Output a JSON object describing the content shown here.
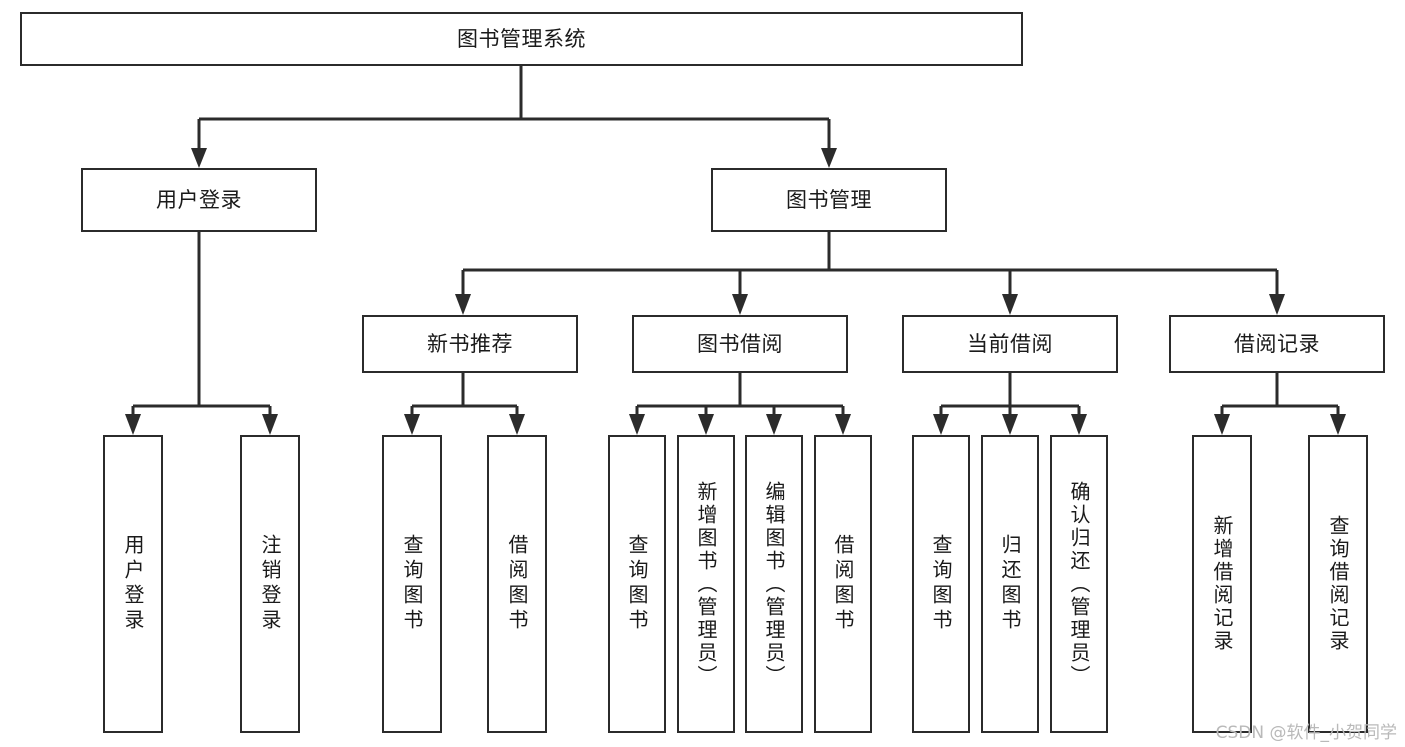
{
  "diagram": {
    "type": "tree",
    "title": "图书管理系统",
    "orientation": "top-down",
    "levels": 4,
    "edge_style": "orthogonal-with-arrowheads",
    "colors": {
      "stroke": "#2b2b2b",
      "box_fill": "#ffffff",
      "background": "#ffffff",
      "watermark": "#b9b9b9"
    }
  },
  "nodes": {
    "root": {
      "label": "图书管理系统"
    },
    "level2": [
      {
        "id": "user-login",
        "label": "用户登录"
      },
      {
        "id": "book-manage",
        "label": "图书管理"
      }
    ],
    "level3": [
      {
        "id": "new-book-rec",
        "label": "新书推荐"
      },
      {
        "id": "book-borrow",
        "label": "图书借阅"
      },
      {
        "id": "current-borrow",
        "label": "当前借阅"
      },
      {
        "id": "borrow-record",
        "label": "借阅记录"
      }
    ],
    "leaves": {
      "user-login": [
        {
          "id": "leaf-user-login",
          "label": "用户登录"
        },
        {
          "id": "leaf-logout",
          "label": "注销登录"
        }
      ],
      "new-book-rec": [
        {
          "id": "leaf-query-book-1",
          "label": "查询图书"
        },
        {
          "id": "leaf-borrow-book-1",
          "label": "借阅图书"
        }
      ],
      "book-borrow": [
        {
          "id": "leaf-query-book-2",
          "label": "查询图书"
        },
        {
          "id": "leaf-add-book",
          "label": "新增图书（管理员）"
        },
        {
          "id": "leaf-edit-book",
          "label": "编辑图书（管理员）"
        },
        {
          "id": "leaf-borrow-book-2",
          "label": "借阅图书"
        }
      ],
      "current-borrow": [
        {
          "id": "leaf-query-book-3",
          "label": "查询图书"
        },
        {
          "id": "leaf-return-book",
          "label": "归还图书"
        },
        {
          "id": "leaf-confirm-return",
          "label": "确认归还（管理员）"
        }
      ],
      "borrow-record": [
        {
          "id": "leaf-add-record",
          "label": "新增借阅记录"
        },
        {
          "id": "leaf-query-record",
          "label": "查询借阅记录"
        }
      ]
    }
  },
  "watermark": {
    "text": "CSDN @软件_小贺同学"
  }
}
